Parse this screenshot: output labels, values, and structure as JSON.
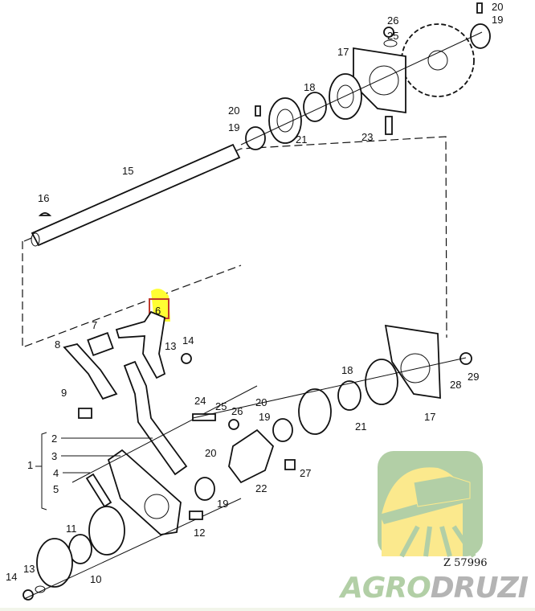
{
  "diagram": {
    "labels": [
      "26",
      "25",
      "20",
      "19",
      "17",
      "18",
      "20",
      "19",
      "21",
      "23",
      "15",
      "16",
      "6",
      "7",
      "8",
      "13",
      "14",
      "9",
      "24",
      "25",
      "26",
      "20",
      "19",
      "18",
      "21",
      "17",
      "28",
      "29",
      "2",
      "3",
      "1",
      "4",
      "5",
      "20",
      "22",
      "27",
      "19",
      "12",
      "11",
      "10",
      "13",
      "14"
    ],
    "highlighted_label": "6",
    "highlight_color": "#ffff33",
    "highlight_border": "#c0392b",
    "drawing_code": "Z 57996"
  },
  "watermark": {
    "brand_part1": "AGRO",
    "brand_part2": "DRUZI",
    "color1": "#b2cfa6",
    "color2": "#b4b4b4"
  }
}
